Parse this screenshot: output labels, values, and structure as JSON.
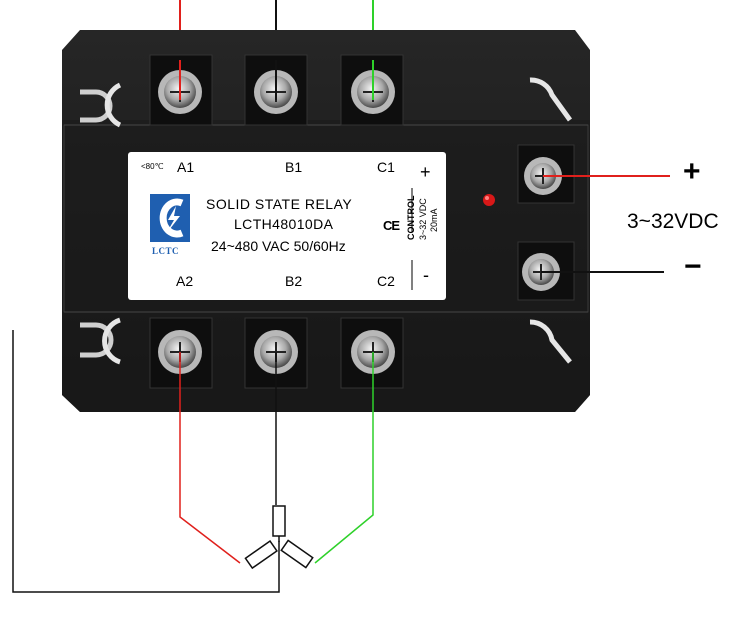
{
  "label": {
    "temp": "<80℃",
    "a1": "A1",
    "b1": "B1",
    "c1": "C1",
    "a2": "A2",
    "b2": "B2",
    "c2": "C2",
    "title": "SOLID  STATE  RELAY",
    "model": "LCTH48010DA",
    "spec": "24~480 VAC  50/60Hz",
    "ce": "CE",
    "brand": "LCTC",
    "control": "CONTROL",
    "control_range": "3~32 VDC",
    "control_current": "20mA",
    "label_plus": "+",
    "label_minus": "-"
  },
  "external": {
    "plus": "+",
    "minus": "−",
    "voltage": "3~32VDC"
  },
  "colors": {
    "wire_phase_a": "#e0201c",
    "wire_phase_b": "#111111",
    "wire_phase_c": "#2ed12a",
    "body": "#181818",
    "led": "#d81818",
    "logo": "#1f5fb0"
  }
}
